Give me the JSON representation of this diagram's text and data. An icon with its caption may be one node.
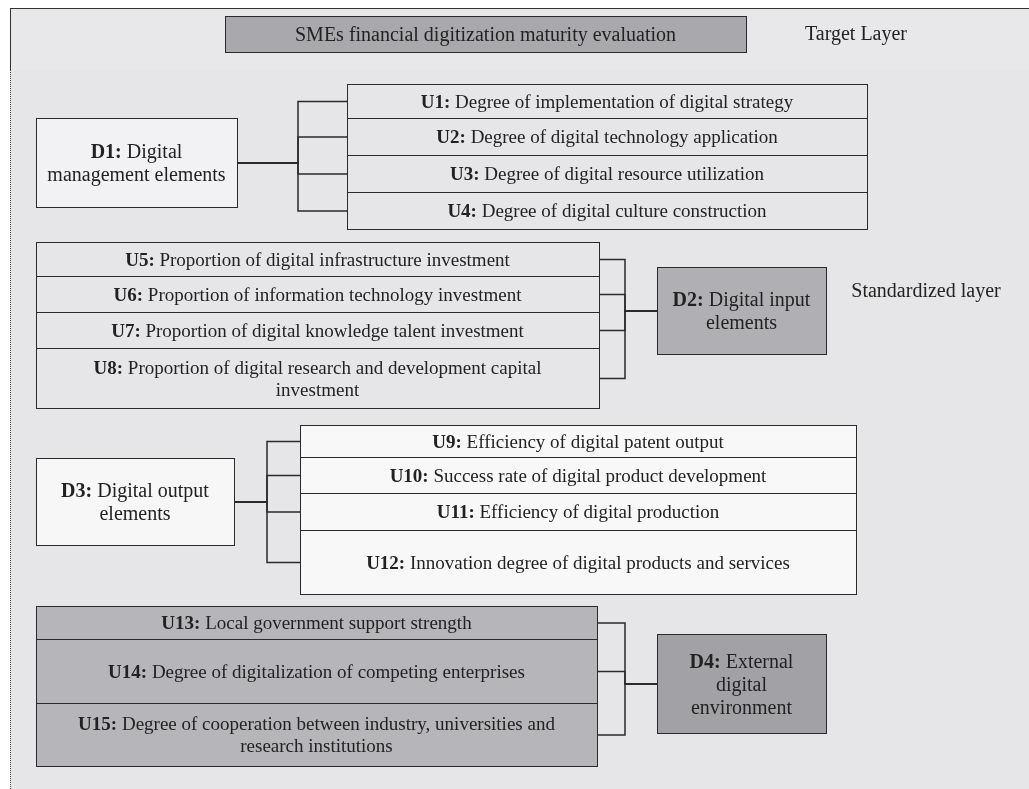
{
  "diagram": {
    "nodes": [
      {
        "text": [
          "Target Layer"
        ]
      },
      {
        "text": [
          "SMEs financial digitization maturity evaluation"
        ],
        "in": 0
      },
      {
        "text": [
          "Standardized layer"
        ]
      },
      {
        "text": [
          "**D1:** Digital management elements"
        ],
        "in": 2
      },
      {
        "text": [
          "**U1:** Degree of implementation of digital strategy"
        ],
        "in": 2
      },
      {
        "text": [
          "**U2:** Degree of digital technology application"
        ],
        "in": 2
      },
      {
        "text": [
          "**U3:** Degree of digital resource utilization"
        ],
        "in": 2
      },
      {
        "text": [
          "**U4:** Degree of digital culture construction"
        ],
        "in": 2
      },
      {
        "text": [
          "**U5:** Proportion of digital infrastructure investment"
        ],
        "in": 2
      },
      {
        "text": [
          "**U6:** Proportion of information technology investment"
        ],
        "in": 2
      },
      {
        "text": [
          "**U7:** Proportion of digital knowledge talent investment"
        ],
        "in": 2
      },
      {
        "text": [
          "**U8:** Proportion of digital research and development capital investment"
        ],
        "in": 2
      },
      {
        "text": [
          "**D2:** Digital input elements"
        ],
        "in": 2
      },
      {
        "text": [
          "**D3:** Digital output elements"
        ],
        "in": 2
      },
      {
        "text": [
          "**U9:** Efficiency of digital patent output"
        ],
        "in": 2
      },
      {
        "text": [
          "**U10:** Success rate of digital product development"
        ],
        "in": 2
      },
      {
        "text": [
          "**U11:** Efficiency of digital production"
        ],
        "in": 2
      },
      {
        "text": [
          "**U12:** Innovation degree of digital products and services"
        ],
        "in": 2
      },
      {
        "text": [
          "**U13:** Local government support strength"
        ],
        "in": 2
      },
      {
        "text": [
          "**U14:** Degree of digitalization of competing enterprises"
        ],
        "in": 2
      },
      {
        "text": [
          "**U15:** Degree of cooperation between industry, universities and research institutions"
        ],
        "in": 2
      },
      {
        "text": [
          "**D4:** External digital environment"
        ],
        "in": 2
      }
    ],
    "edges": [
      {
        "from": 3,
        "to": 4,
        "arrow": "none"
      },
      {
        "from": 3,
        "to": 5,
        "arrow": "none"
      },
      {
        "from": 3,
        "to": 6,
        "arrow": "none"
      },
      {
        "from": 3,
        "to": 7,
        "arrow": "none"
      },
      {
        "from": 12,
        "to": 8,
        "arrow": "none"
      },
      {
        "from": 12,
        "to": 9,
        "arrow": "none"
      },
      {
        "from": 12,
        "to": 10,
        "arrow": "none"
      },
      {
        "from": 12,
        "to": 11,
        "arrow": "none"
      },
      {
        "from": 13,
        "to": 14,
        "arrow": "none"
      },
      {
        "from": 13,
        "to": 15,
        "arrow": "none"
      },
      {
        "from": 13,
        "to": 16,
        "arrow": "none"
      },
      {
        "from": 13,
        "to": 17,
        "arrow": "none"
      },
      {
        "from": 21,
        "to": 18,
        "arrow": "none"
      },
      {
        "from": 21,
        "to": 19,
        "arrow": "none"
      },
      {
        "from": 21,
        "to": 20,
        "arrow": "none"
      }
    ]
  }
}
